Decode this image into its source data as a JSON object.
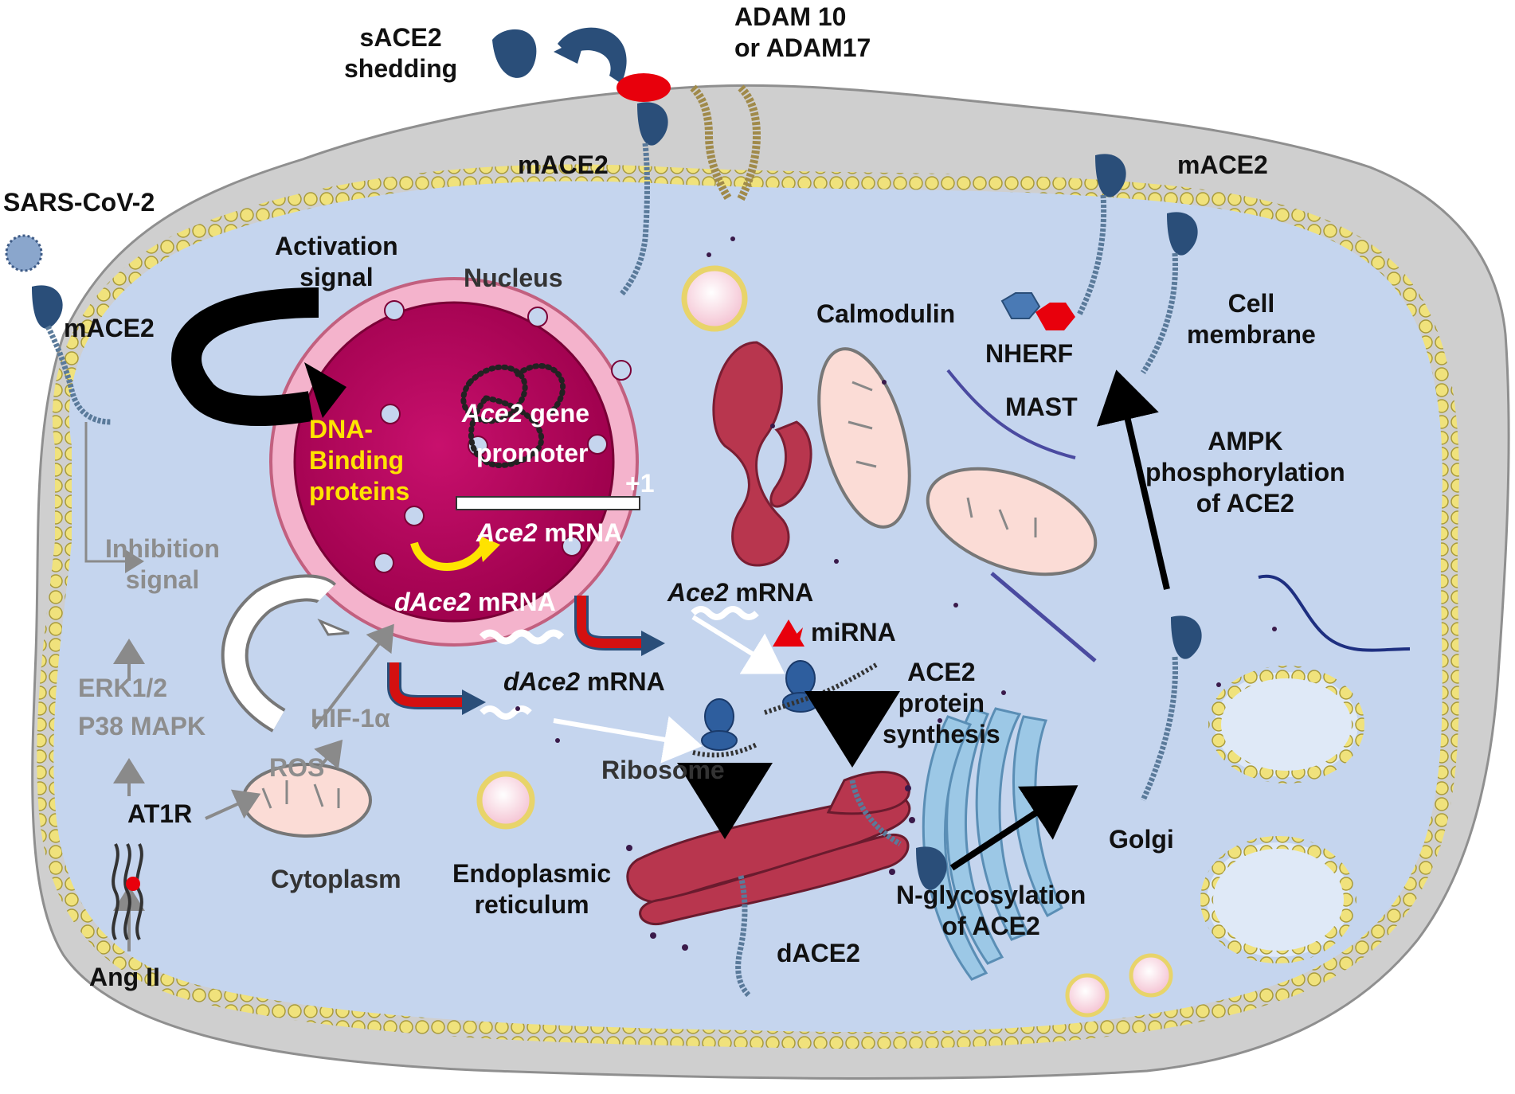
{
  "labels": {
    "sace2_shedding": [
      "sACE2",
      "shedding"
    ],
    "adam": [
      "ADAM 10",
      "or ADAM17"
    ],
    "mace2_top": "mACE2",
    "mace2_right": "mACE2",
    "mace2_left": "mACE2",
    "sars_cov2": "SARS-CoV-2",
    "activation_signal": [
      "Activation",
      "signal"
    ],
    "nucleus": "Nucleus",
    "calmodulin": "Calmodulin",
    "nherf": "NHERF",
    "mast": "MAST",
    "cell_membrane": [
      "Cell",
      "membrane"
    ],
    "dna_binding": [
      "DNA-",
      "Binding",
      "proteins"
    ],
    "ace2_gene_italic": "Ace2",
    "ace2_gene_rest": " gene",
    "promoter": "promoter",
    "plus_one": "+1",
    "ace2_mrna_nuc_italic": "Ace2",
    "dace2_mrna_nuc_italic": "dAce2",
    "mrna": " mRNA",
    "ampk": [
      "AMPK",
      "phosphorylation",
      "of ACE2"
    ],
    "inhibition_signal": [
      "Inhibition",
      "signal"
    ],
    "ace2_mrna_cyto_italic": "Ace2",
    "mirna": "miRNA",
    "dace2_mrna_cyto_italic": "dAce2",
    "ace2_protein_synthesis": [
      "ACE2",
      "protein",
      "synthesis"
    ],
    "erk": "ERK1/2",
    "p38": "P38 MAPK",
    "hif": "HIF-1α",
    "ros": "ROS",
    "ribosome": "Ribosome",
    "at1r": "AT1R",
    "cytoplasm": "Cytoplasm",
    "er": [
      "Endoplasmic",
      "reticulum"
    ],
    "golgi": "Golgi",
    "n_glyco": [
      "N-glycosylation",
      "of ACE2"
    ],
    "dace2": "dACE2",
    "ang_ii": "Ang II"
  },
  "colors": {
    "cytoplasm": "#c5d5ee",
    "membrane_head": "#f2e68a",
    "outer_grey": "#bdbdbd",
    "nucleus": "#b5005a",
    "nuclear_envelope": "#f4b3cc",
    "ace2_receptor": "#2a4e79",
    "adam": "#e8000c",
    "mirna": "#e8000c",
    "arrow_black": "#000000",
    "red_arrow": "#d41010",
    "er": "#b8364e",
    "mito": "#fbdcd6",
    "golgi": "#9cc8e6"
  }
}
